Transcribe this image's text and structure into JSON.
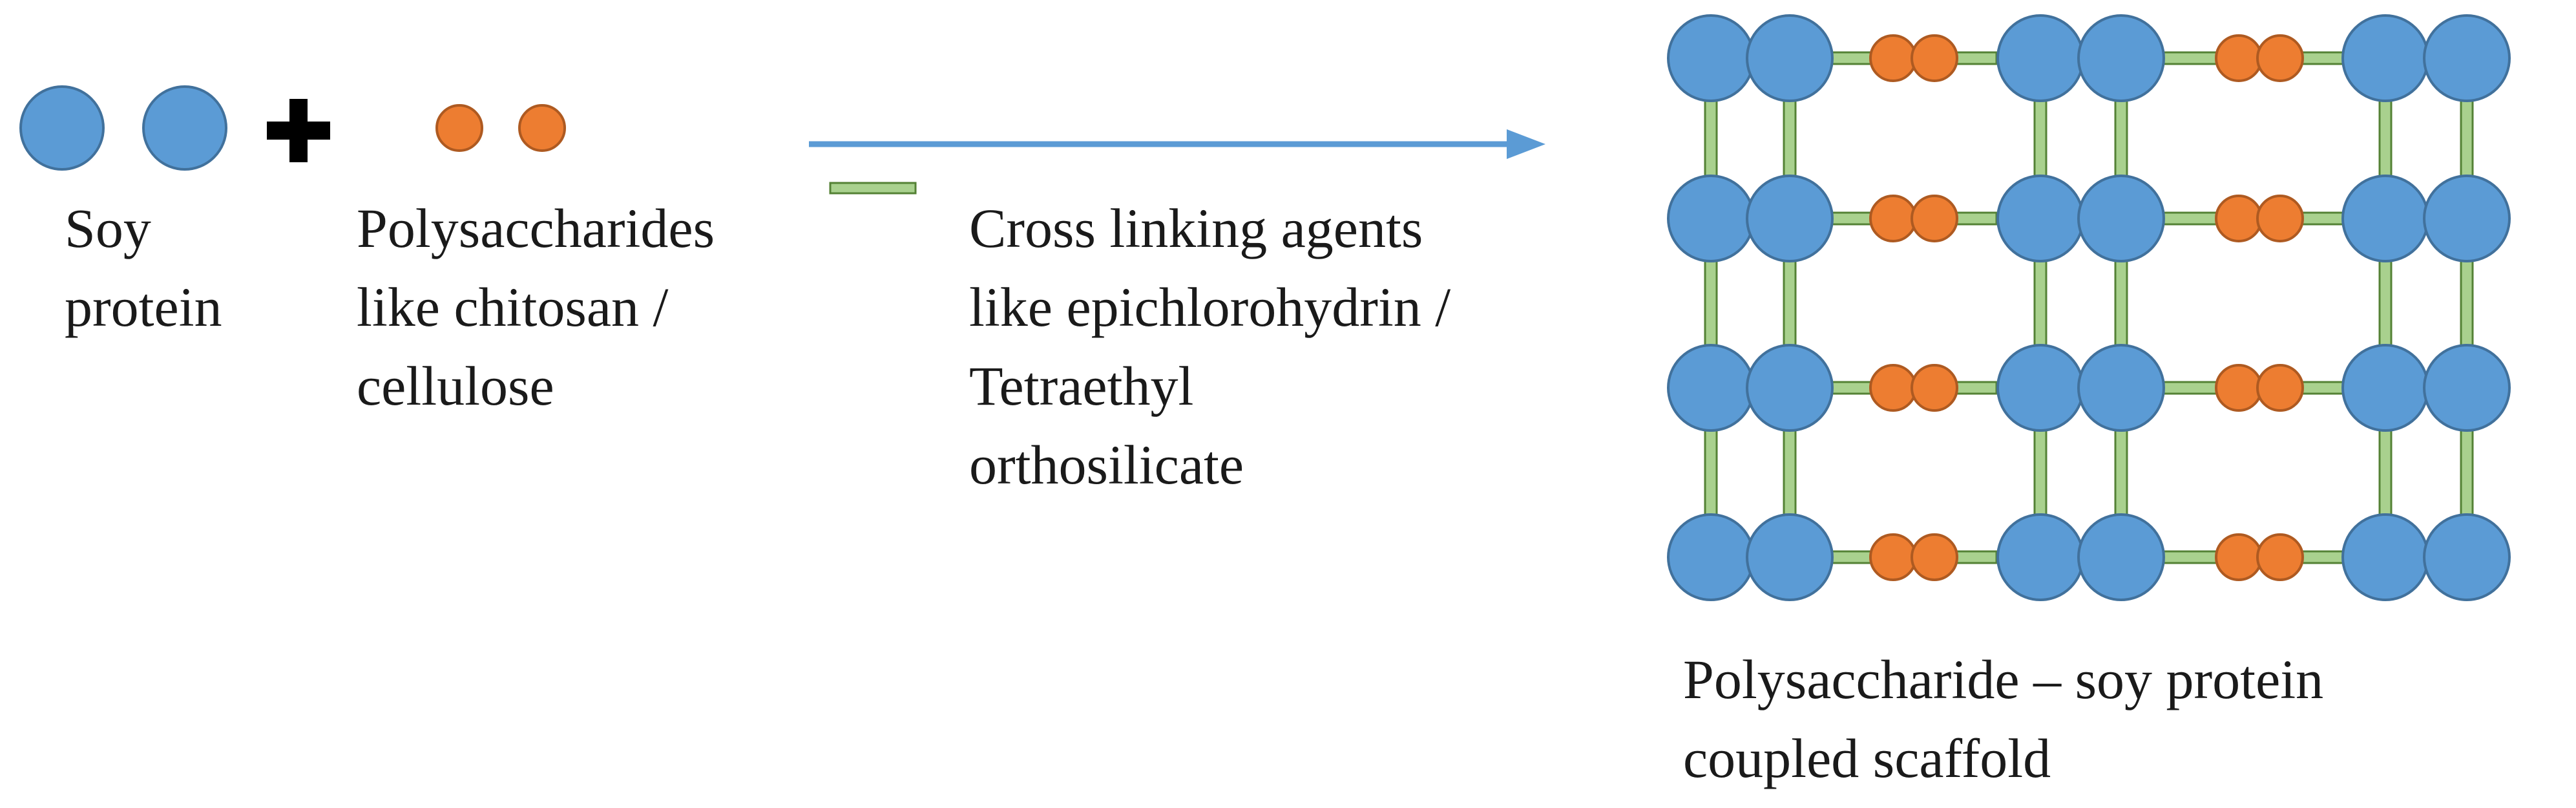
{
  "colors": {
    "protein_fill": "#5b9bd5",
    "protein_stroke": "#41719c",
    "polysaccharide_fill": "#ed7d31",
    "polysaccharide_stroke": "#ae5a21",
    "crosslinker_fill": "#a9d18e",
    "crosslinker_stroke": "#548235",
    "arrow": "#5b9bd5",
    "plus": "#000000",
    "text": "#1a1a1a"
  },
  "icons": {
    "plus": "plus-icon",
    "arrow": "arrow-right-icon"
  },
  "reactants": {
    "soy_protein": [
      "Soy",
      "protein"
    ],
    "polysaccharides": [
      "Polysaccharides",
      "like chitosan /",
      "cellulose"
    ],
    "cross_linkers": [
      "Cross linking agents",
      "like epichlorohydrin /",
      "Tetraethyl",
      "orthosilicate"
    ]
  },
  "product": {
    "label": [
      "Polysaccharide – soy protein",
      "coupled scaffold"
    ],
    "grid": {
      "rows": 4,
      "protein_columns": 6,
      "column_pattern": [
        "protein",
        "protein",
        "polysaccharide-pair",
        "protein",
        "protein",
        "polysaccharide-pair",
        "protein",
        "protein"
      ]
    }
  }
}
